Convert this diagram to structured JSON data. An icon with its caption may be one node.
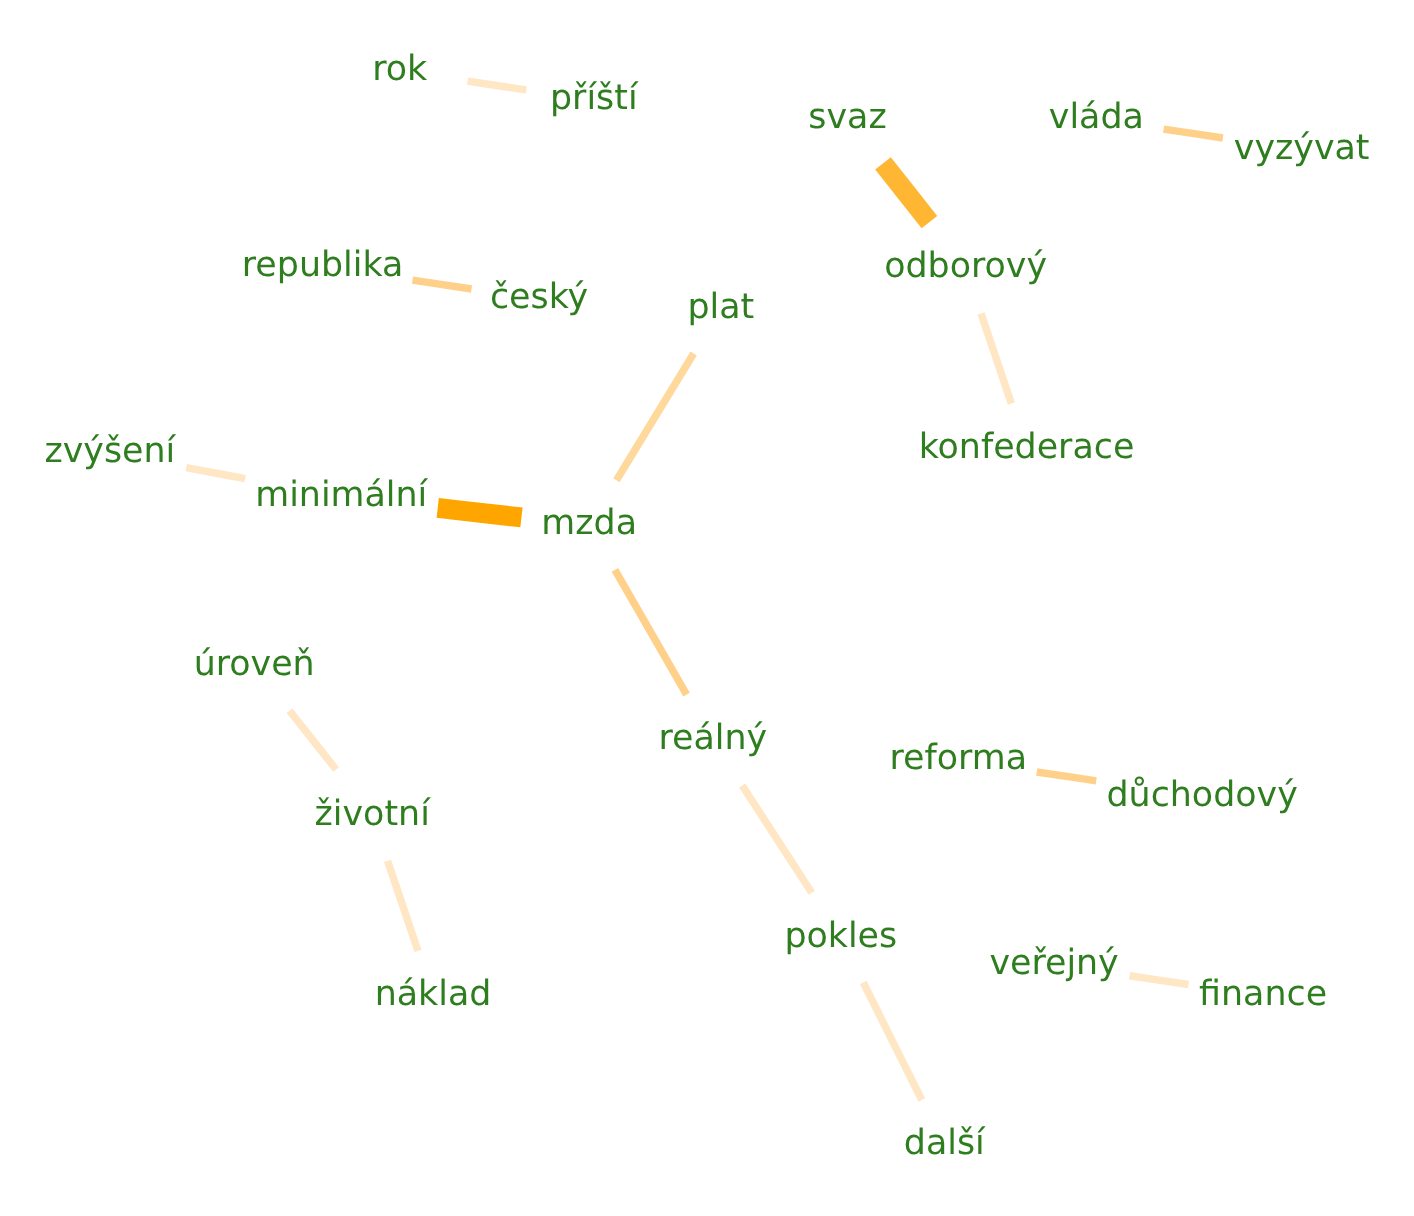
{
  "diagram": {
    "nodes": [
      {
        "text": [
          "další"
        ]
      },
      {
        "text": [
          "vláda"
        ]
      },
      {
        "text": [
          "pokles"
        ]
      },
      {
        "text": [
          "republika"
        ]
      },
      {
        "text": [
          "vyzývat"
        ]
      },
      {
        "text": [
          "reálný"
        ]
      },
      {
        "text": [
          "český"
        ]
      },
      {
        "text": [
          "mzda"
        ]
      },
      {
        "text": [
          "rok"
        ]
      },
      {
        "text": [
          "příští"
        ]
      },
      {
        "text": [
          "plat"
        ]
      },
      {
        "text": [
          "minimální"
        ]
      },
      {
        "text": [
          "zvýšení"
        ]
      },
      {
        "text": [
          "veřejný"
        ]
      },
      {
        "text": [
          "finance"
        ]
      },
      {
        "text": [
          "reforma"
        ]
      },
      {
        "text": [
          "úroveň"
        ]
      },
      {
        "text": [
          "důchodový"
        ]
      },
      {
        "text": [
          "životní"
        ]
      },
      {
        "text": [
          "náklad"
        ]
      },
      {
        "text": [
          "svaz"
        ]
      },
      {
        "text": [
          "odborový"
        ]
      },
      {
        "text": [
          "konfederace"
        ]
      }
    ],
    "edges": [
      {
        "from": 0,
        "to": 2,
        "arrow": "none"
      },
      {
        "from": 2,
        "to": 5,
        "arrow": "none"
      },
      {
        "from": 5,
        "to": 7,
        "arrow": "none",
        "color": "#ffd089"
      },
      {
        "from": 7,
        "to": 11,
        "arrow": "none",
        "style": "thick",
        "color": "#ffa500"
      },
      {
        "from": 7,
        "to": 10,
        "arrow": "none",
        "color": "#ffd89c"
      },
      {
        "from": 11,
        "to": 12,
        "arrow": "none"
      },
      {
        "from": 1,
        "to": 4,
        "arrow": "none",
        "color": "#ffd089"
      },
      {
        "from": 3,
        "to": 6,
        "arrow": "none",
        "color": "#ffd089"
      },
      {
        "from": 8,
        "to": 9,
        "arrow": "none"
      },
      {
        "from": 13,
        "to": 14,
        "arrow": "none"
      },
      {
        "from": 15,
        "to": 17,
        "arrow": "none",
        "color": "#ffd089"
      },
      {
        "from": 16,
        "to": 18,
        "arrow": "none"
      },
      {
        "from": 18,
        "to": 19,
        "arrow": "none"
      },
      {
        "from": 20,
        "to": 21,
        "arrow": "none",
        "style": "thick",
        "color": "#ffb733"
      },
      {
        "from": 21,
        "to": 22,
        "arrow": "none"
      }
    ]
  }
}
